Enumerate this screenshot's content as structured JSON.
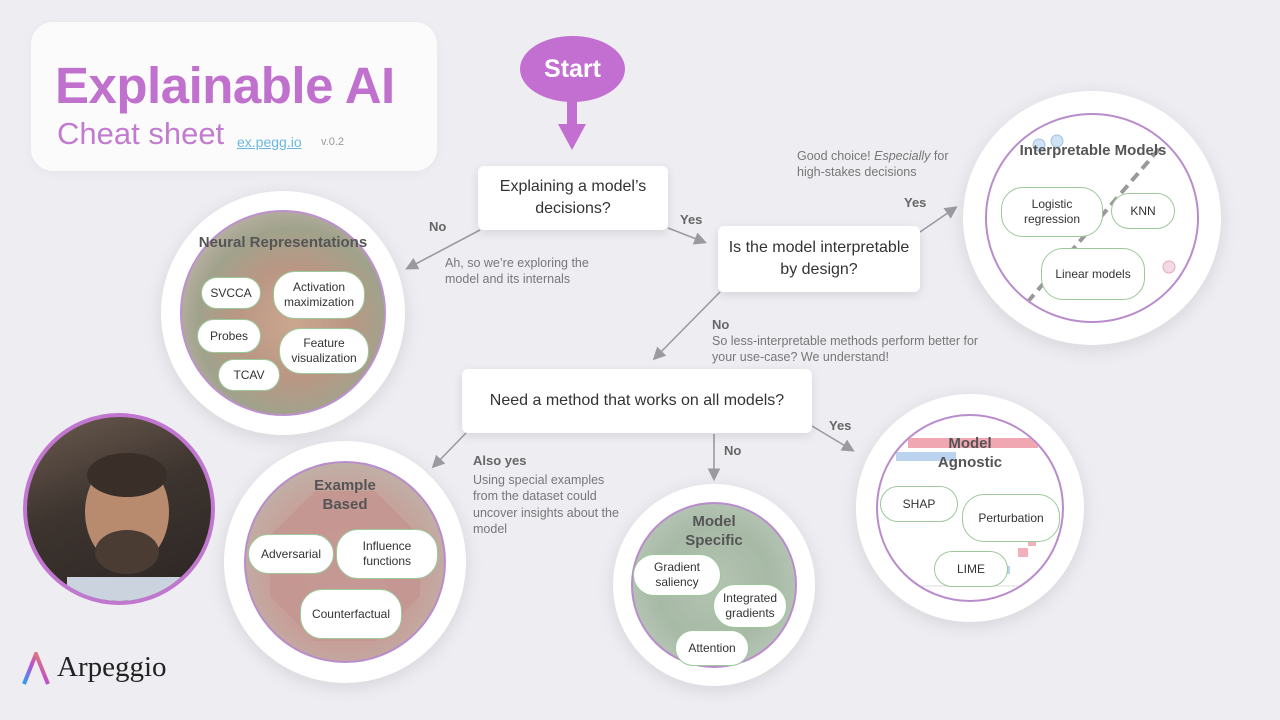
{
  "title_card": {
    "title": "Explainable AI",
    "subtitle": "Cheat sheet",
    "link": "ex.pegg.io",
    "version": "v.0.2"
  },
  "start": "Start",
  "questions": {
    "q1": "Explaining a model’s decisions?",
    "q2": "Is the model interpretable by design?",
    "q3": "Need a method that works on all models?"
  },
  "edges": {
    "q1_no": "No",
    "q1_yes": "Yes",
    "q2_yes": "Yes",
    "q2_no": "No",
    "q3_also_yes": "Also yes",
    "q3_no": "No",
    "q3_yes": "Yes"
  },
  "notes": {
    "exploring": "Ah, so we’re exploring the model and its internals",
    "good_choice_1": "Good choice! ",
    "good_choice_em": "Especially",
    "good_choice_2": " for high-stakes decisions",
    "less_interpretable": "So less-interpretable methods perform better for your use-case? We understand!",
    "special_examples": "Using special examples from the dataset could uncover insights about the model"
  },
  "circles": {
    "neural": {
      "title": "Neural Representations",
      "items": [
        "SVCCA",
        "Activation maximization",
        "Probes",
        "Feature visualization",
        "TCAV"
      ]
    },
    "interpretable": {
      "title": "Interpretable Models",
      "items": [
        "Logistic regression",
        "KNN",
        "Linear models"
      ]
    },
    "example": {
      "title": "Example Based",
      "items": [
        "Adversarial",
        "Influence functions",
        "Counterfactual"
      ]
    },
    "specific": {
      "title": "Model Specific",
      "items": [
        "Gradient saliency",
        "Integrated gradients",
        "Attention"
      ]
    },
    "agnostic": {
      "title": "Model Agnostic",
      "items": [
        "SHAP",
        "Perturbation",
        "LIME"
      ]
    }
  },
  "brand": {
    "name": "Arpeggio"
  },
  "colors": {
    "accent": "#c26fd1",
    "pill_border": "#9cc89a",
    "circle_ring": "#b98ccb"
  }
}
